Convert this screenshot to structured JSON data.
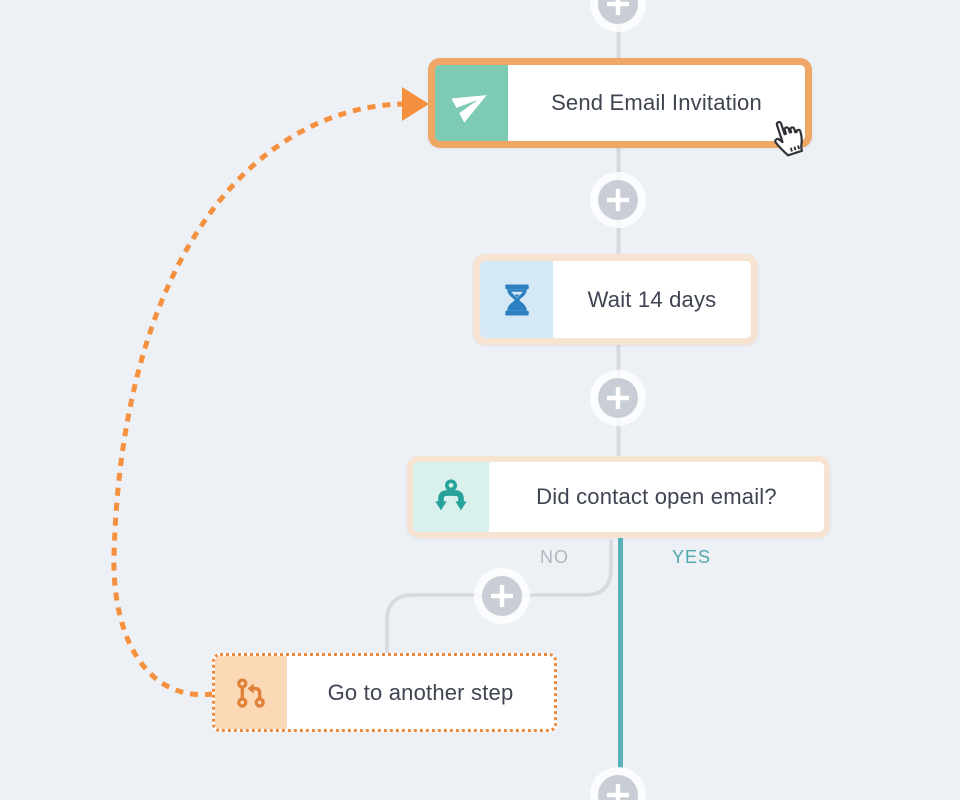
{
  "canvas": {
    "type": "automation-workflow-editor",
    "background": "#edf0f5"
  },
  "workflow": {
    "nodes": [
      {
        "label": "Send Email Invitation",
        "type": "action-send-email",
        "icon": "paper-plane-icon",
        "state": "selected-orange-border"
      },
      {
        "label": "Wait 14 days",
        "type": "wait-delay",
        "icon": "hourglass-icon",
        "state": "default"
      },
      {
        "label": "Did contact open email?",
        "type": "condition-branch",
        "icon": "split-arrows-icon",
        "state": "default"
      },
      {
        "label": "Go to another step",
        "type": "goto-step",
        "icon": "goto-branch-icon",
        "state": "dotted-outline"
      }
    ],
    "branch_labels": {
      "no": "NO",
      "yes": "YES"
    },
    "add_step_buttons": 5,
    "connections": [
      "top plus -> Send Email Invitation",
      "Send Email Invitation -> plus -> Wait 14 days",
      "Wait 14 days -> plus -> Did contact open email?",
      "Did contact open email? NO -> plus -> Go to another step",
      "Did contact open email? YES -> bottom plus",
      "Go to another step -> dashed orange loop arrow -> Send Email Invitation"
    ]
  },
  "colors": {
    "canvas_bg": "#edf0f5",
    "connector_gray": "#d6d9df",
    "branch_yes_teal": "#57b3b8",
    "accent_orange_dashed": "#f5913e",
    "selected_border_orange": "#efa766",
    "node_border_peach": "#f6e3d1",
    "email_icon_bg": "#7ecbb5",
    "wait_icon_bg": "#d5e8f6",
    "wait_icon_color": "#2b80c2",
    "condition_icon_bg": "#d9f0ec",
    "condition_icon_color": "#27a29b",
    "goto_icon_bg": "#fbd9b6",
    "goto_icon_color": "#e0813a",
    "node_label_text": "#3e4451",
    "no_label_color": "#b2b6bf",
    "plus_circle": "#c9cdd6"
  }
}
